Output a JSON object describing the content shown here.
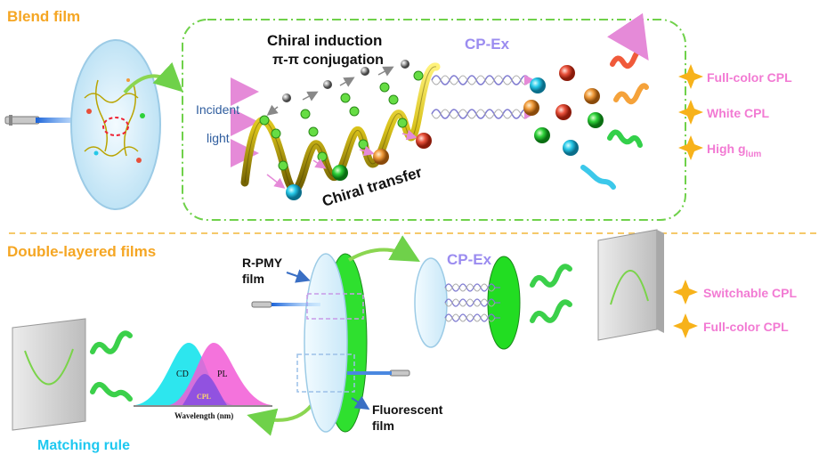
{
  "top_panel": {
    "title": "Blend film",
    "incident_light": [
      "Incident",
      "light"
    ],
    "chiral_induction": "Chiral induction",
    "pi_conjugation": "π-π conjugation",
    "chiral_transfer": "Chiral transfer",
    "cp_ex": "CP-Ex",
    "outcomes": [
      {
        "label": "Full-color CPL"
      },
      {
        "label": "White CPL"
      },
      {
        "label": "High g",
        "subscript": "lum"
      }
    ]
  },
  "bottom_panel": {
    "title": "Double-layered films",
    "rpmy_label": [
      "R-PMY",
      "film"
    ],
    "fluorescent_label": [
      "Fluorescent",
      "film"
    ],
    "cp_ex": "CP-Ex",
    "matching_rule": "Matching rule",
    "spectrum": {
      "cd_label": "CD",
      "pl_label": "PL",
      "cpl_label": "CPL",
      "xlabel": "Wavelength (nm)"
    },
    "outcomes": [
      {
        "label": "Switchable CPL"
      },
      {
        "label": "Full-color CPL"
      }
    ]
  },
  "colors": {
    "orange_title": "#f5a623",
    "pink_text": "#f27ad3",
    "green_border": "#6fd14a",
    "purple": "#9b8cf0",
    "cyan": "#1ec8f0",
    "star": "#f7b21a",
    "film_green": "#22dd22"
  }
}
